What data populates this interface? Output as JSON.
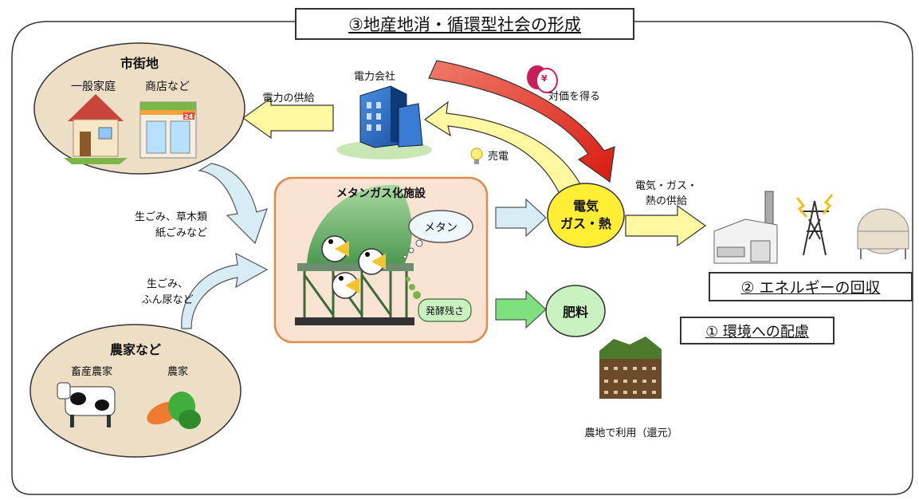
{
  "title": "③地産地消・循環型社会の形成",
  "city": {
    "heading": "市街地",
    "household": "一般家庭",
    "shop": "商店など"
  },
  "power_company": "電力会社",
  "power_supply": "電力の供給",
  "compensation": "対価を得る",
  "sell_power": "売電",
  "facility": {
    "heading": "メタンガス化施設",
    "methane_bubble": "メタン",
    "residue_bubble": "発酵残さ"
  },
  "waste_city": [
    "生ごみ、草木類",
    "紙ごみなど"
  ],
  "waste_farm": [
    "生ごみ、",
    "ふん尿など"
  ],
  "farm": {
    "heading": "農家など",
    "livestock": "畜産農家",
    "farmer": "農家"
  },
  "energy_output": [
    "電気",
    "ガス・熱"
  ],
  "fertilizer": "肥料",
  "energy_supply": [
    "電気・ガス・",
    "熱の供給"
  ],
  "energy_recovery": "② エネルギーの回収",
  "env_care": "① 環境への配慮",
  "farmland_use": "農地で利用（還元）",
  "shop_sign": "24",
  "yen_mark": "¥",
  "colors": {
    "beige_ellipse": "#ecdfc6",
    "facility_bg": "#fbe3d3",
    "facility_border": "#e08a4c",
    "blue_arrow": "#d7ecf5",
    "yellow_arrow": "#fff8a0",
    "green_arrow": "#7fe07f",
    "red_arrow": "#e8321f",
    "yellow_circle": "#ffee33",
    "green_circle": "#c9f2c0"
  }
}
